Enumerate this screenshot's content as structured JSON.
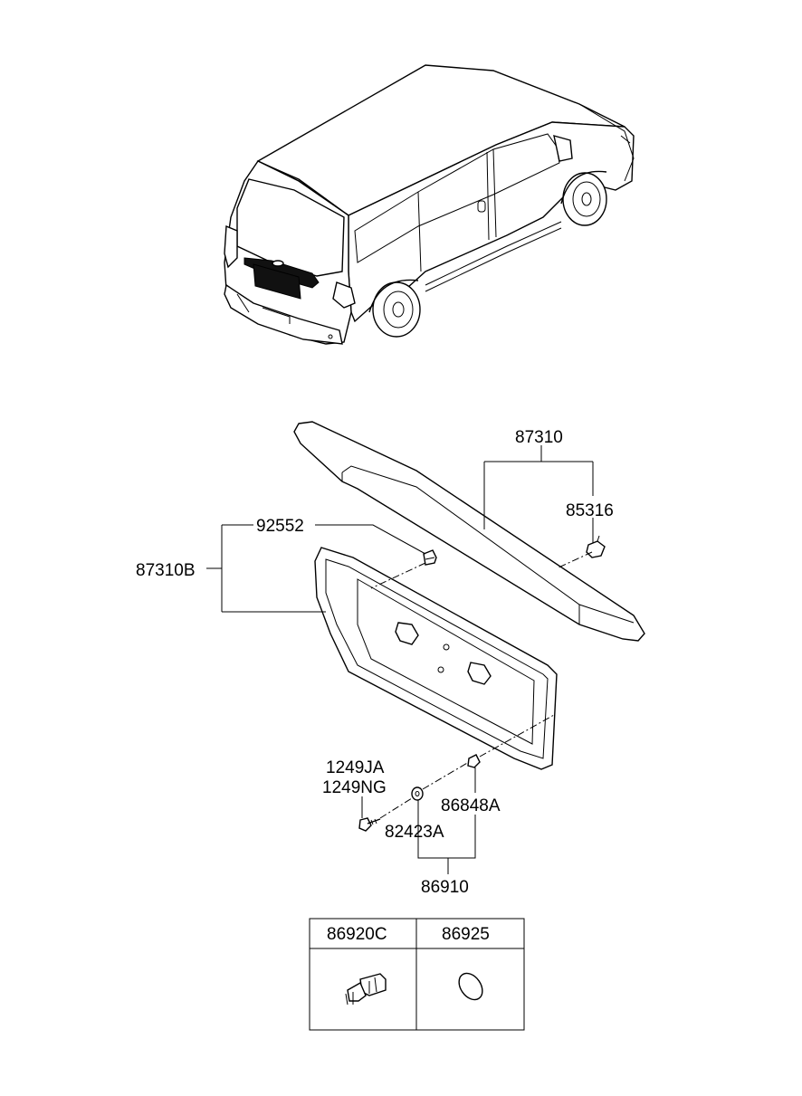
{
  "labels": {
    "p87310": "87310",
    "p85316": "85316",
    "p92552": "92552",
    "p87310B": "87310B",
    "p1249JA": "1249JA",
    "p1249NG": "1249NG",
    "p86848A": "86848A",
    "p82423A": "82423A",
    "p86910": "86910"
  },
  "table": {
    "headers": [
      "86920C",
      "86925"
    ]
  }
}
